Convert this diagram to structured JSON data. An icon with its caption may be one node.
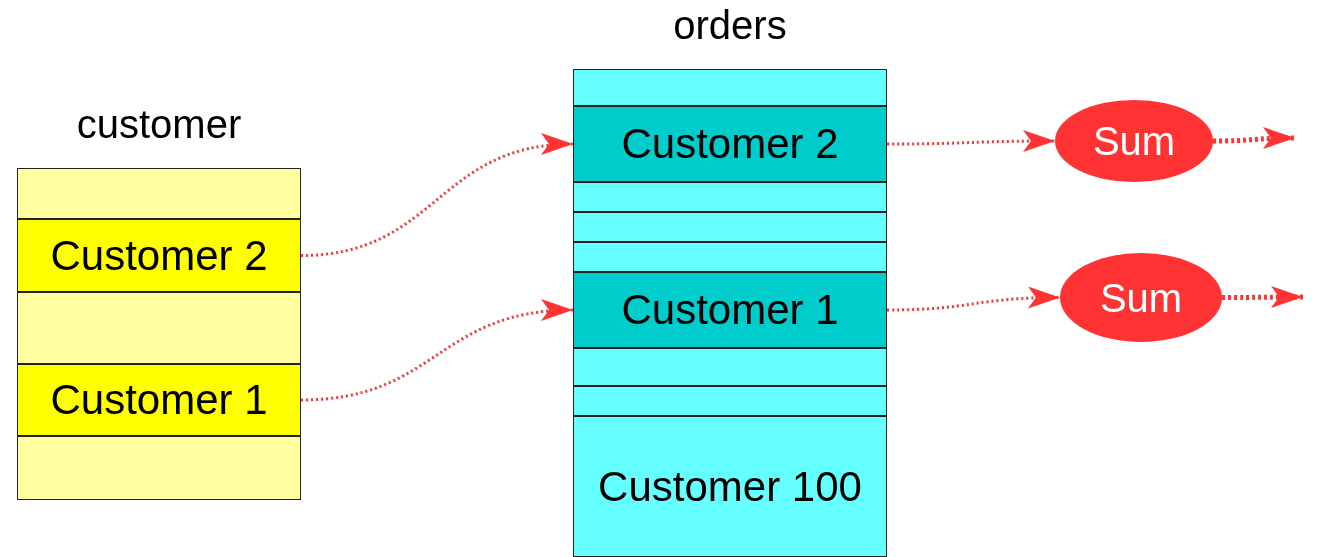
{
  "diagram": {
    "nodes": [
      {
        "text": [
          "customer"
        ]
      },
      {
        "text": [],
        "shape": "box",
        "in": 0
      },
      {
        "text": [
          "Customer 2"
        ],
        "in": 0
      },
      {
        "text": [],
        "shape": "box",
        "in": 0
      },
      {
        "text": [
          "Customer 1"
        ],
        "in": 0
      },
      {
        "text": [],
        "shape": "box",
        "in": 0
      },
      {
        "text": [
          "orders"
        ]
      },
      {
        "text": [],
        "shape": "box",
        "in": 6
      },
      {
        "text": [
          "Customer 2"
        ],
        "in": 6
      },
      {
        "text": [],
        "shape": "box",
        "in": 6
      },
      {
        "text": [],
        "shape": "box",
        "in": 6
      },
      {
        "text": [],
        "shape": "box",
        "in": 6
      },
      {
        "text": [
          "Customer 1"
        ],
        "in": 6
      },
      {
        "text": [],
        "shape": "box",
        "in": 6
      },
      {
        "text": [],
        "shape": "box",
        "in": 6
      },
      {
        "text": [
          "Customer 100"
        ],
        "in": 6
      },
      {
        "text": [
          "Sum"
        ]
      },
      {
        "text": [
          "Sum"
        ]
      }
    ],
    "edges": [
      {
        "from": 2,
        "to": 8,
        "arrow": "to",
        "style": "dashed"
      },
      {
        "from": 4,
        "to": 12,
        "arrow": "to",
        "style": "dashed"
      },
      {
        "from": 8,
        "to": 16,
        "arrow": "to",
        "style": "dashed"
      },
      {
        "from": 12,
        "to": 17,
        "arrow": "to",
        "style": "dashed"
      },
      {
        "from": 16,
        "to": null,
        "arrow": "to",
        "style": "dashed"
      },
      {
        "from": 17,
        "to": null,
        "arrow": "to",
        "style": "dashed"
      }
    ]
  }
}
